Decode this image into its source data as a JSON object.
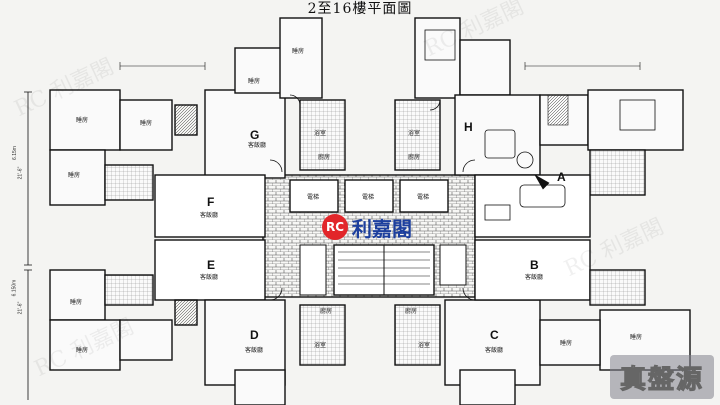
{
  "title": "2至16樓平面圖",
  "badge": {
    "logo": "RC",
    "name": "利嘉閣"
  },
  "watermark": "真盤源",
  "units": [
    "A",
    "B",
    "C",
    "D",
    "E",
    "F",
    "G",
    "H"
  ],
  "room_labels": {
    "bedroom": "睡房",
    "living_dining": "客飯廳",
    "bathroom": "浴室",
    "kitchen": "廚房",
    "lift": "電梯"
  },
  "dimensions": [
    "6.15m",
    "21'-6\"",
    "6.150m",
    "21'-6\""
  ]
}
